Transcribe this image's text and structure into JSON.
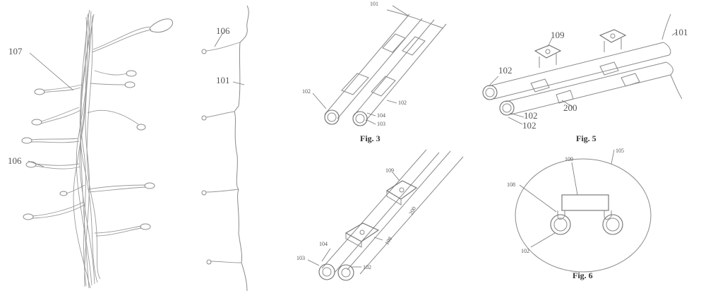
{
  "labels": {
    "f1_107": "107",
    "f1_106": "106",
    "f2_106": "106",
    "f2_101": "101",
    "f3_101": "101",
    "f3_102a": "102",
    "f3_102b": "102",
    "f3_104": "104",
    "f3_103": "103",
    "f4_109": "109",
    "f4_200": "200",
    "f4_108": "108",
    "f4_104": "104",
    "f4_103": "103",
    "f4_102": "102",
    "f5_109": "109",
    "f5_101": "101",
    "f5_102a": "102",
    "f5_102b": "102",
    "f5_102c": "102",
    "f5_200": "200",
    "f6_109": "109",
    "f6_105": "105",
    "f6_108": "108",
    "f6_102": "102"
  },
  "captions": {
    "fig3": "Fig. 3",
    "fig5": "Fig. 5",
    "fig6": "Fig. 6"
  }
}
